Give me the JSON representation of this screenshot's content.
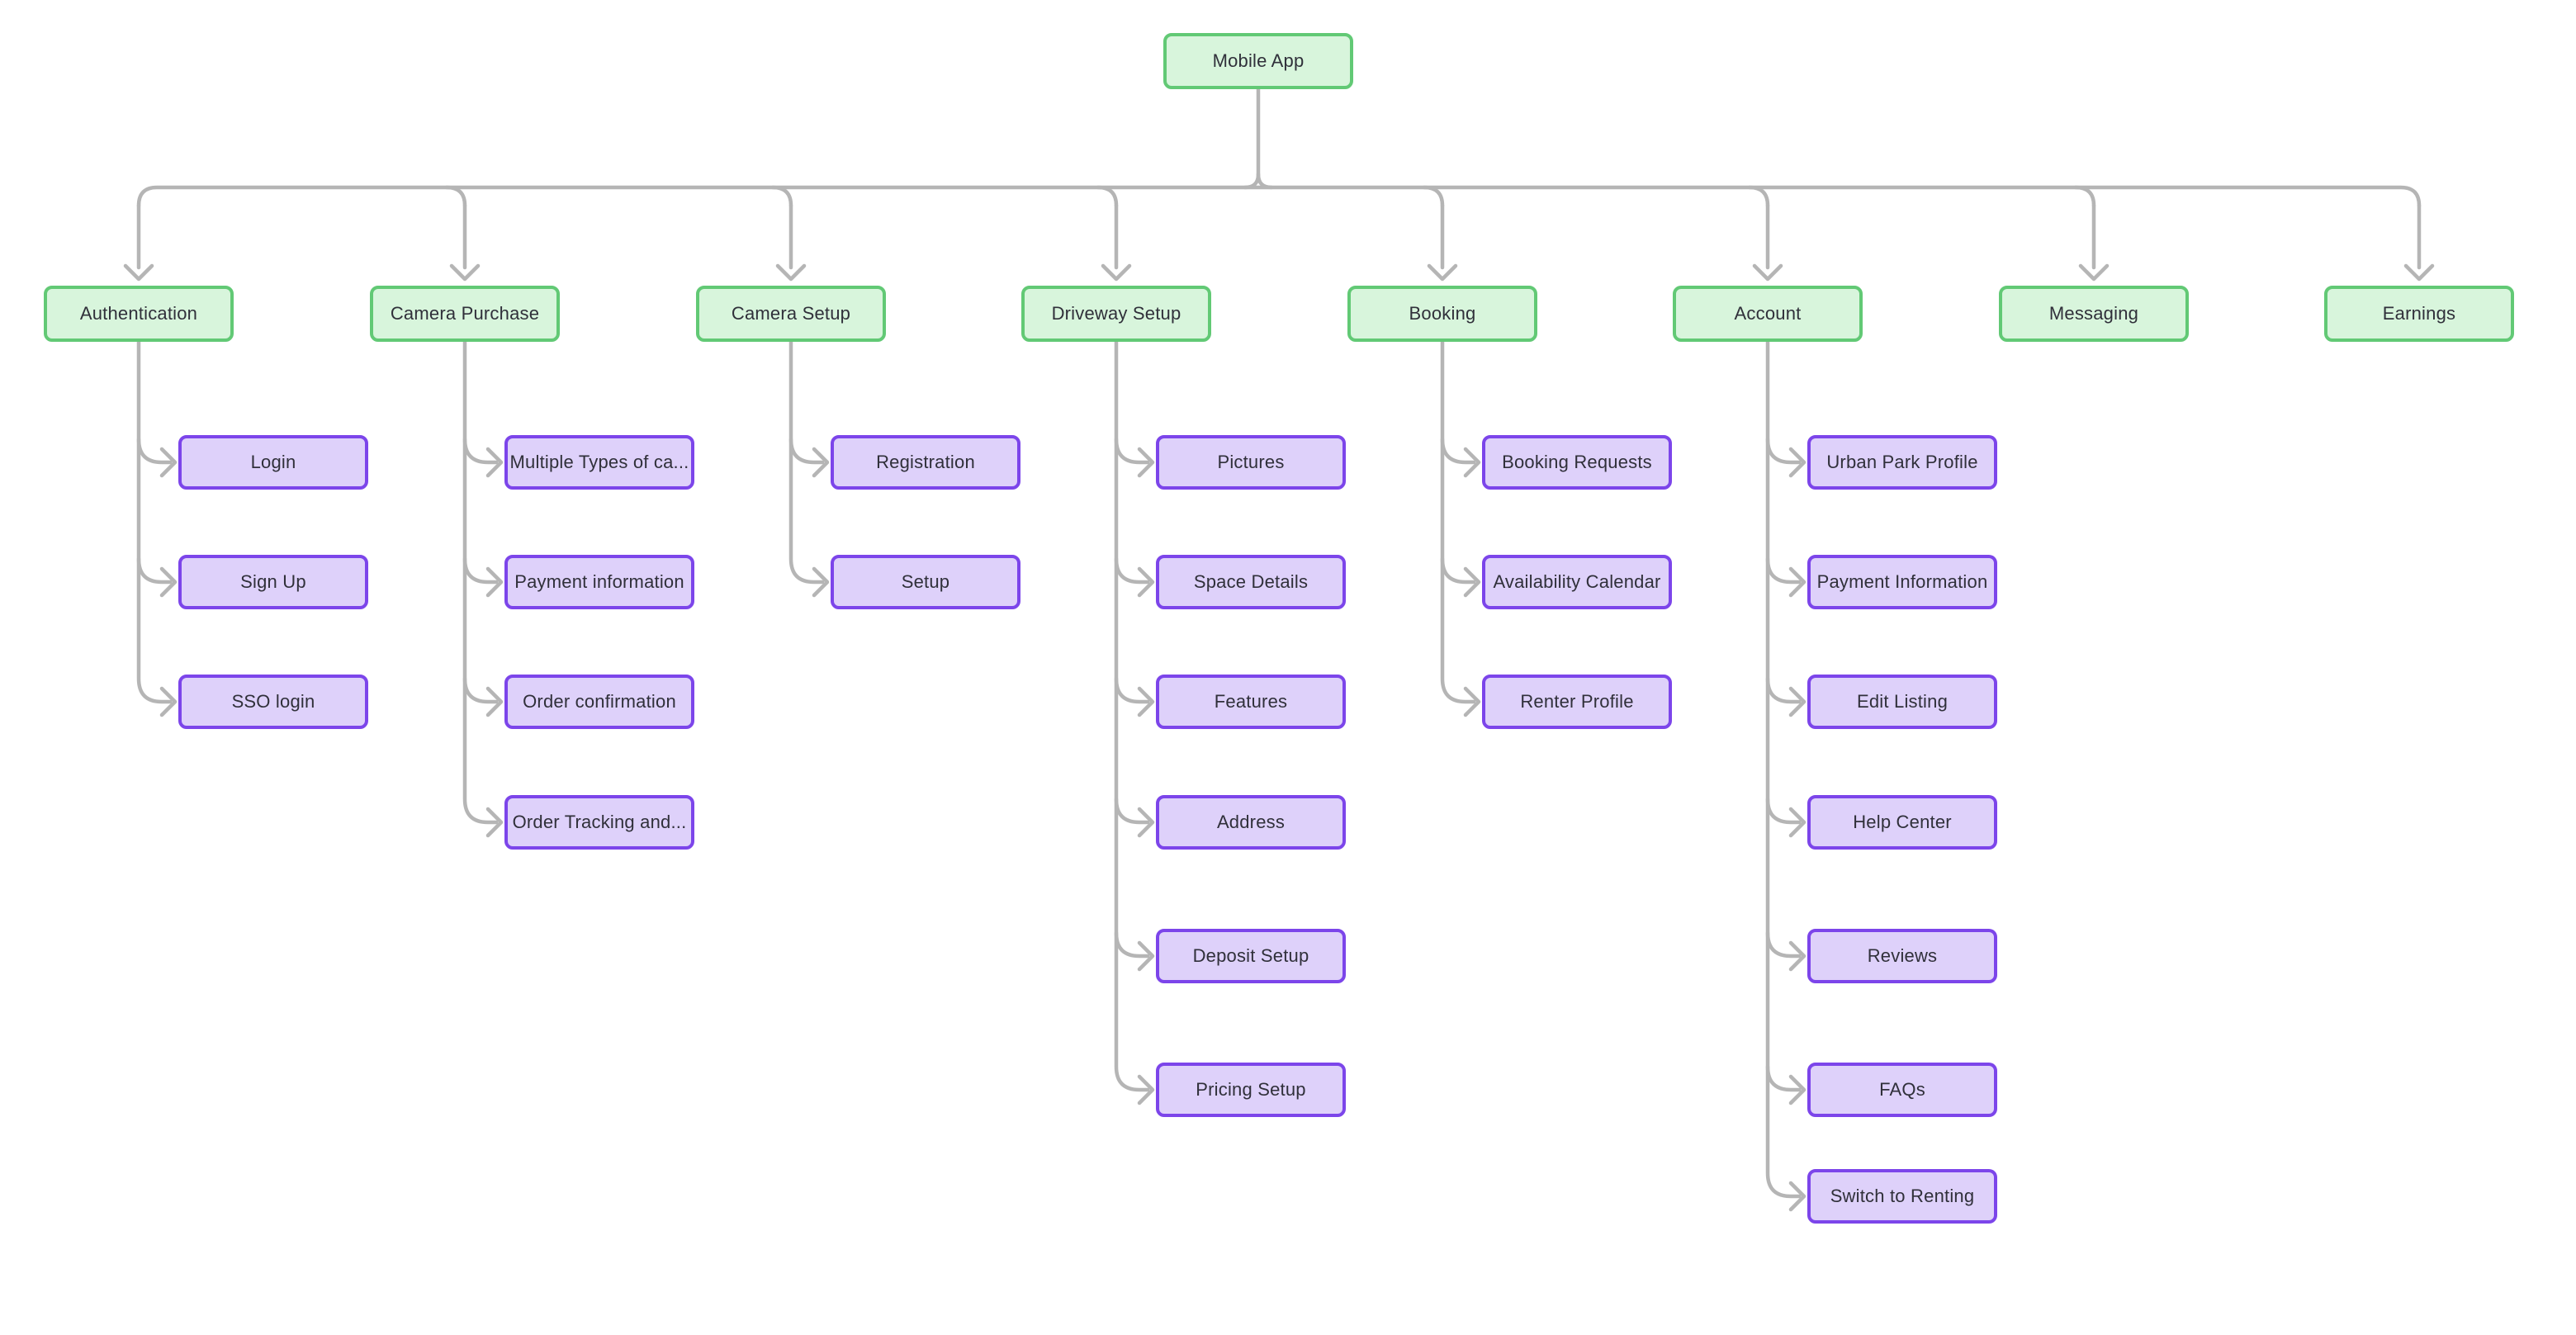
{
  "root": {
    "label": "Mobile App"
  },
  "branches": [
    {
      "label": "Authentication",
      "children": [
        "Login",
        "Sign Up",
        "SSO login"
      ]
    },
    {
      "label": "Camera Purchase",
      "children": [
        "Multiple Types of ca...",
        "Payment information",
        "Order confirmation",
        "Order Tracking and..."
      ]
    },
    {
      "label": "Camera Setup",
      "children": [
        "Registration",
        "Setup"
      ]
    },
    {
      "label": "Driveway Setup",
      "children": [
        "Pictures",
        "Space Details",
        "Features",
        "Address",
        "Deposit Setup",
        "Pricing Setup"
      ]
    },
    {
      "label": "Booking",
      "children": [
        "Booking Requests",
        "Availability Calendar",
        "Renter Profile"
      ]
    },
    {
      "label": "Account",
      "children": [
        "Urban Park Profile",
        "Payment Information",
        "Edit Listing",
        "Help Center",
        "Reviews",
        "FAQs",
        "Switch to Renting"
      ]
    },
    {
      "label": "Messaging",
      "children": []
    },
    {
      "label": "Earnings",
      "children": []
    }
  ],
  "colors": {
    "background": "#ffffff",
    "level1_fill": "#d8f5dc",
    "level1_border": "#62c975",
    "child_fill": "#ded1fa",
    "child_border": "#7c45ea",
    "connector": "#b5b5b5",
    "text": "#30303a"
  }
}
